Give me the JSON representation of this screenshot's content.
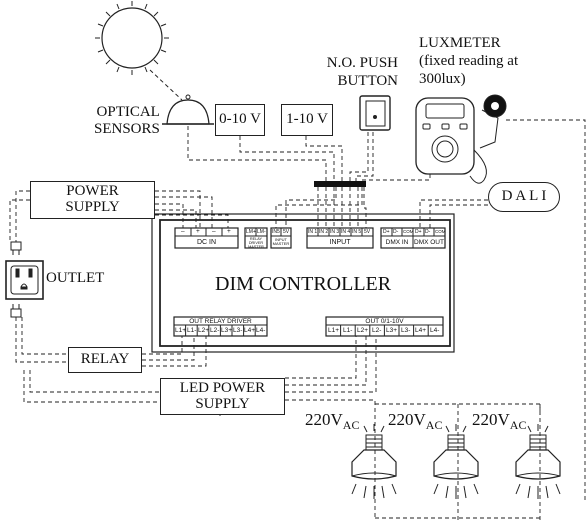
{
  "labels": {
    "optical_sensors": "OPTICAL\nSENSORS",
    "v010": "0-10 V",
    "v110": "1-10 V",
    "push_button": "N.O. PUSH\nBUTTON",
    "luxmeter": "LUXMETER\n(fixed reading at\n300lux)",
    "power_supply": "POWER\nSUPPLY",
    "dali": "D A L I",
    "outlet": "OUTLET",
    "relay": "RELAY",
    "led_power_supply": "LED POWER\nSUPPLY",
    "dim_controller": "DIM CONTROLLER",
    "dc_in": "DC IN",
    "input": "INPUT",
    "dmx_in": "DMX IN",
    "dmx_out": "DMX OUT",
    "out_relay_driver": "OUT RELAY DRIVER",
    "out_010": "OUT 0/1-10V",
    "relay_driver_master": "RELAY\nDRIVER\nMASTER",
    "input_master": "INPUT\nMASTER",
    "voltage_main": "220V",
    "voltage_sub": "AC"
  },
  "terminals": {
    "dc_in": [
      "–",
      "+",
      "–",
      "+"
    ],
    "driver": [
      "LM+",
      "LM-"
    ],
    "input_5v": [
      "IN5",
      "5V"
    ],
    "inputs": [
      "IN 1",
      "IN 2",
      "IN 3",
      "IN 4",
      "IN 5",
      "5V"
    ],
    "dmx": [
      "D+",
      "D-",
      "COM",
      "D+",
      "D-",
      "COM"
    ],
    "relay_driver": [
      "L1+",
      "L1-",
      "L2+",
      "L2-",
      "L3+",
      "L3-",
      "L4+",
      "L4-"
    ],
    "out_010": [
      "L1+",
      "L1-",
      "L2+",
      "L2-",
      "L3+",
      "L3-",
      "L4+",
      "L4-"
    ]
  },
  "icons": [
    "sun-icon",
    "optical-sensor-icon",
    "push-button-icon",
    "luxmeter-icon",
    "outlet-icon",
    "plug-icon",
    "led-lamp-icon"
  ]
}
